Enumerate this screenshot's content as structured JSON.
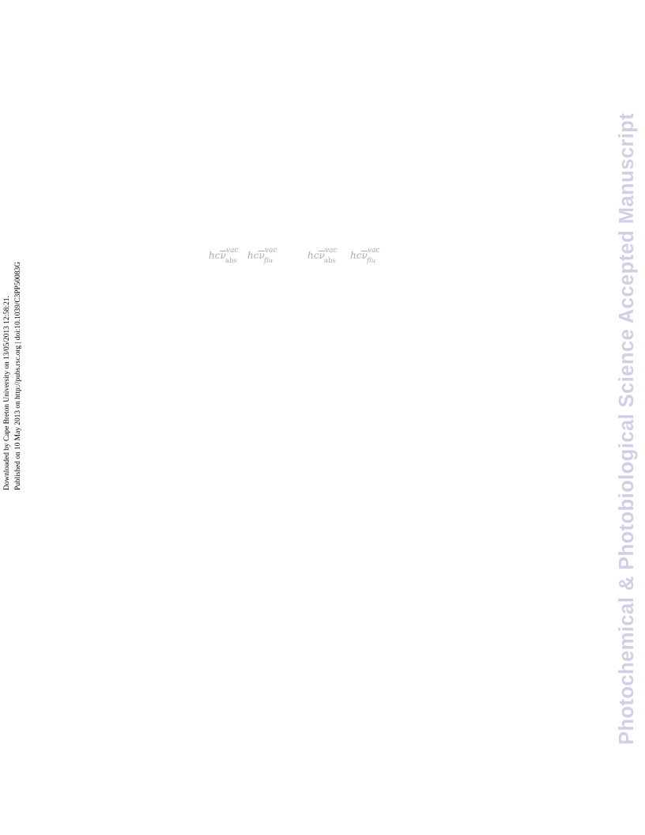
{
  "stamp": {
    "downloaded": "Downloaded by Cape Breton University on 13/05/2013 12:58:21.",
    "published": "Published on 10 May 2013 on http://pubs.rsc.org | doi:10.1039/C3PP50083G"
  },
  "watermark": {
    "text": "Photochemical & Photobiological Science Accepted Manuscript",
    "color": "#cfcfe6"
  },
  "formulas": [
    {
      "base_pre": "hc",
      "base_var": "ν",
      "sup": "vac",
      "sub": "abs"
    },
    {
      "base_pre": "hc",
      "base_var": "ν",
      "sup": "vac",
      "sub": "flu"
    },
    {
      "base_pre": "hc",
      "base_var": "ν",
      "sup": "vac",
      "sub": "abs"
    },
    {
      "base_pre": "hc",
      "base_var": "ν",
      "sup": "vac",
      "sub": "flu"
    }
  ]
}
